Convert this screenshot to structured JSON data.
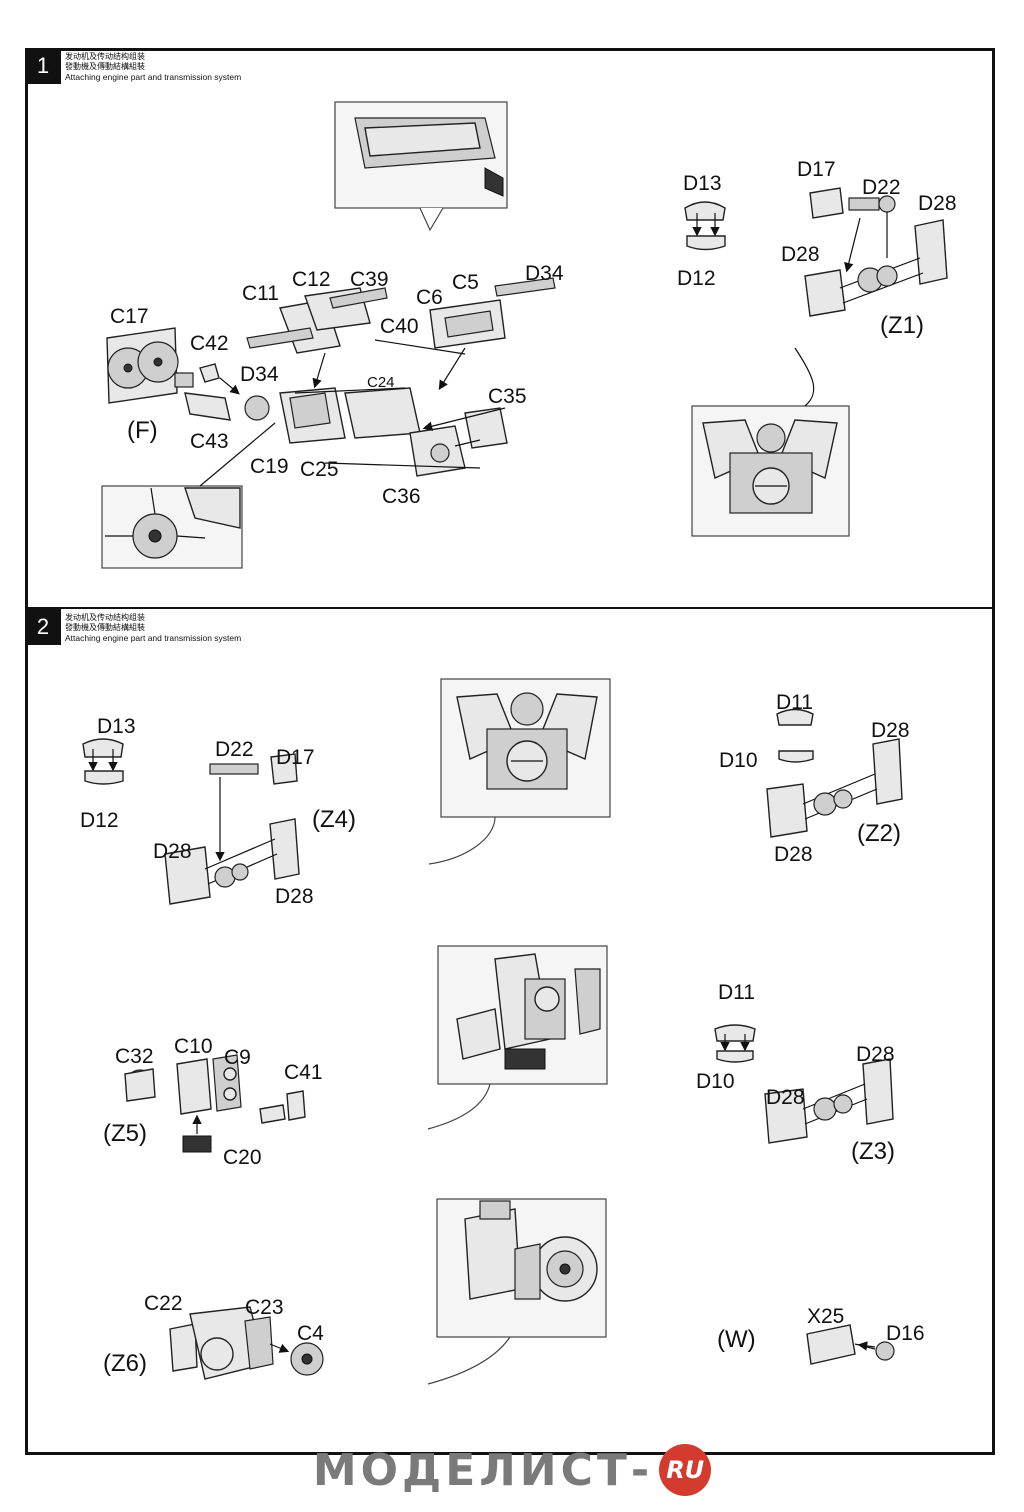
{
  "steps": [
    {
      "number": "1",
      "caption_cn_simplified": "发动机及传动结构组装",
      "caption_cn_traditional": "發動機及傳動結構組裝",
      "caption_en": "Attaching engine part and transmission system",
      "parts": [
        "C17",
        "C42",
        "C11",
        "C12",
        "C39",
        "C40",
        "C6",
        "C5",
        "D34",
        "D34",
        "C24",
        "C35",
        "C43",
        "C19",
        "C25",
        "C36",
        "D13",
        "D12",
        "D17",
        "D22",
        "D28",
        "D28"
      ],
      "groups": [
        "(F)",
        "(Z1)"
      ]
    },
    {
      "number": "2",
      "caption_cn_simplified": "发动机及传动结构组装",
      "caption_cn_traditional": "發動機及傳動結構組裝",
      "caption_en": "Attaching engine part and transmission system",
      "parts": [
        "D13",
        "D12",
        "D22",
        "D17",
        "D28",
        "D28",
        "D11",
        "D10",
        "D28",
        "D28",
        "C32",
        "C10",
        "C9",
        "C41",
        "C20",
        "D11",
        "D10",
        "D28",
        "D28",
        "C22",
        "C23",
        "C4",
        "X25",
        "D16"
      ],
      "groups": [
        "(Z4)",
        "(Z2)",
        "(Z5)",
        "(Z3)",
        "(Z6)",
        "(W)"
      ]
    }
  ],
  "watermark": {
    "text": "МОДЕЛИСТ-",
    "badge": "RU",
    "badge_color": "#d23b2e"
  }
}
